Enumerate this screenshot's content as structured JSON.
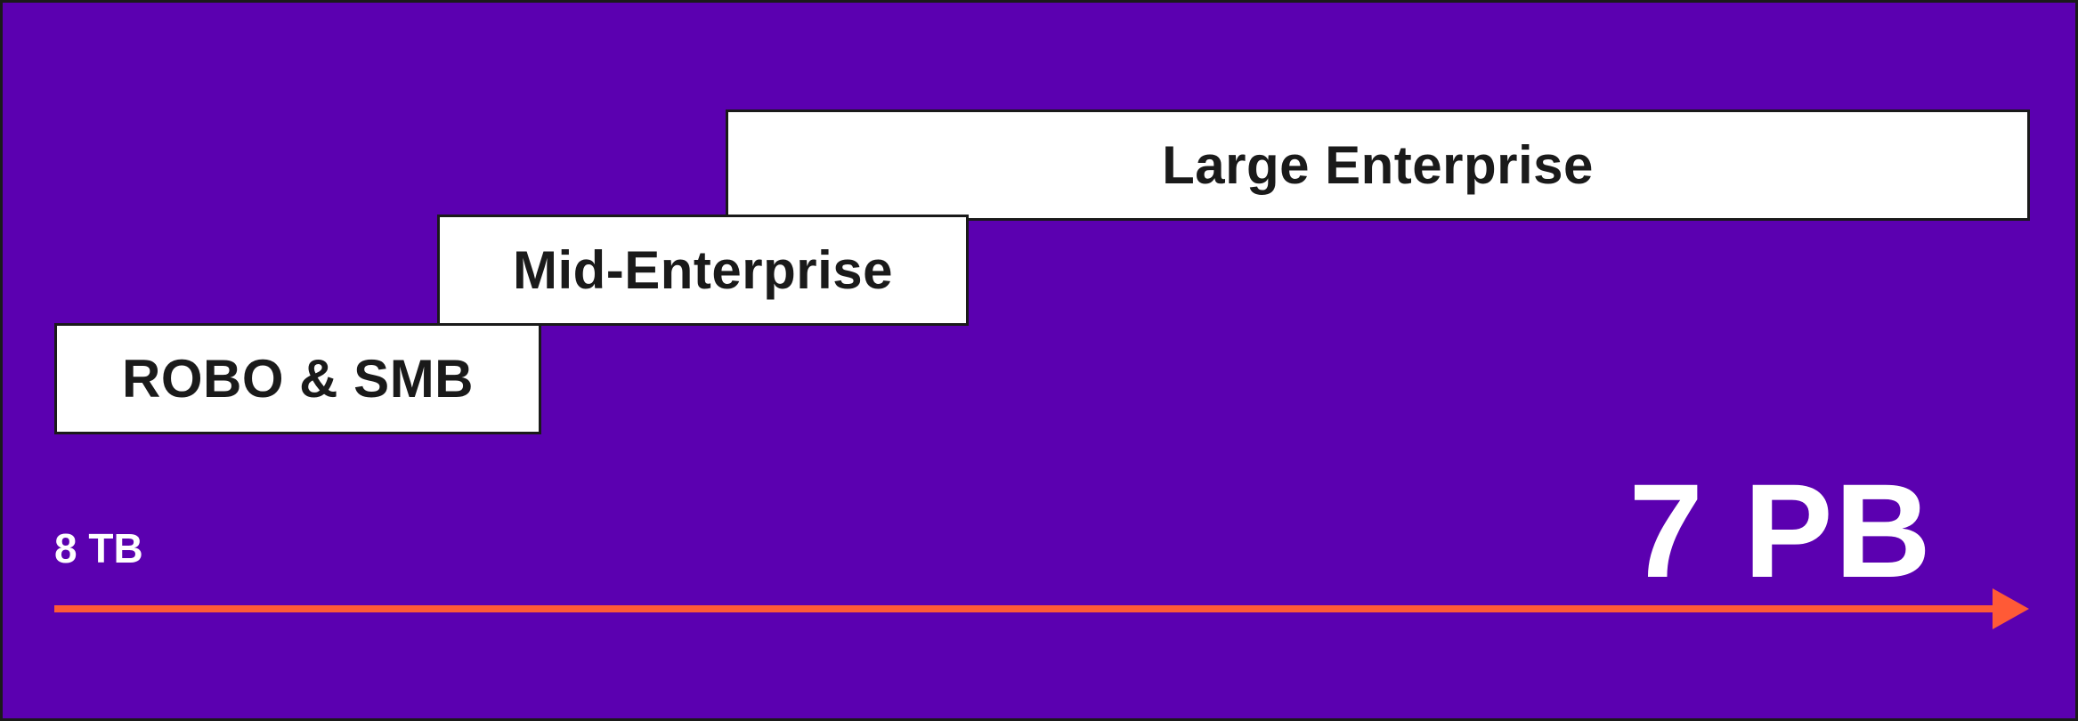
{
  "tiers": [
    {
      "label": "ROBO & SMB"
    },
    {
      "label": "Mid-Enterprise"
    },
    {
      "label": "Large Enterprise"
    }
  ],
  "axis": {
    "min_label": "8 TB",
    "max_label": "7 PB",
    "arrow_color": "#ff5a36"
  },
  "colors": {
    "background": "#5b00b0",
    "box_fill": "#ffffff",
    "box_text": "#1a1a1a",
    "axis_text": "#ffffff"
  }
}
